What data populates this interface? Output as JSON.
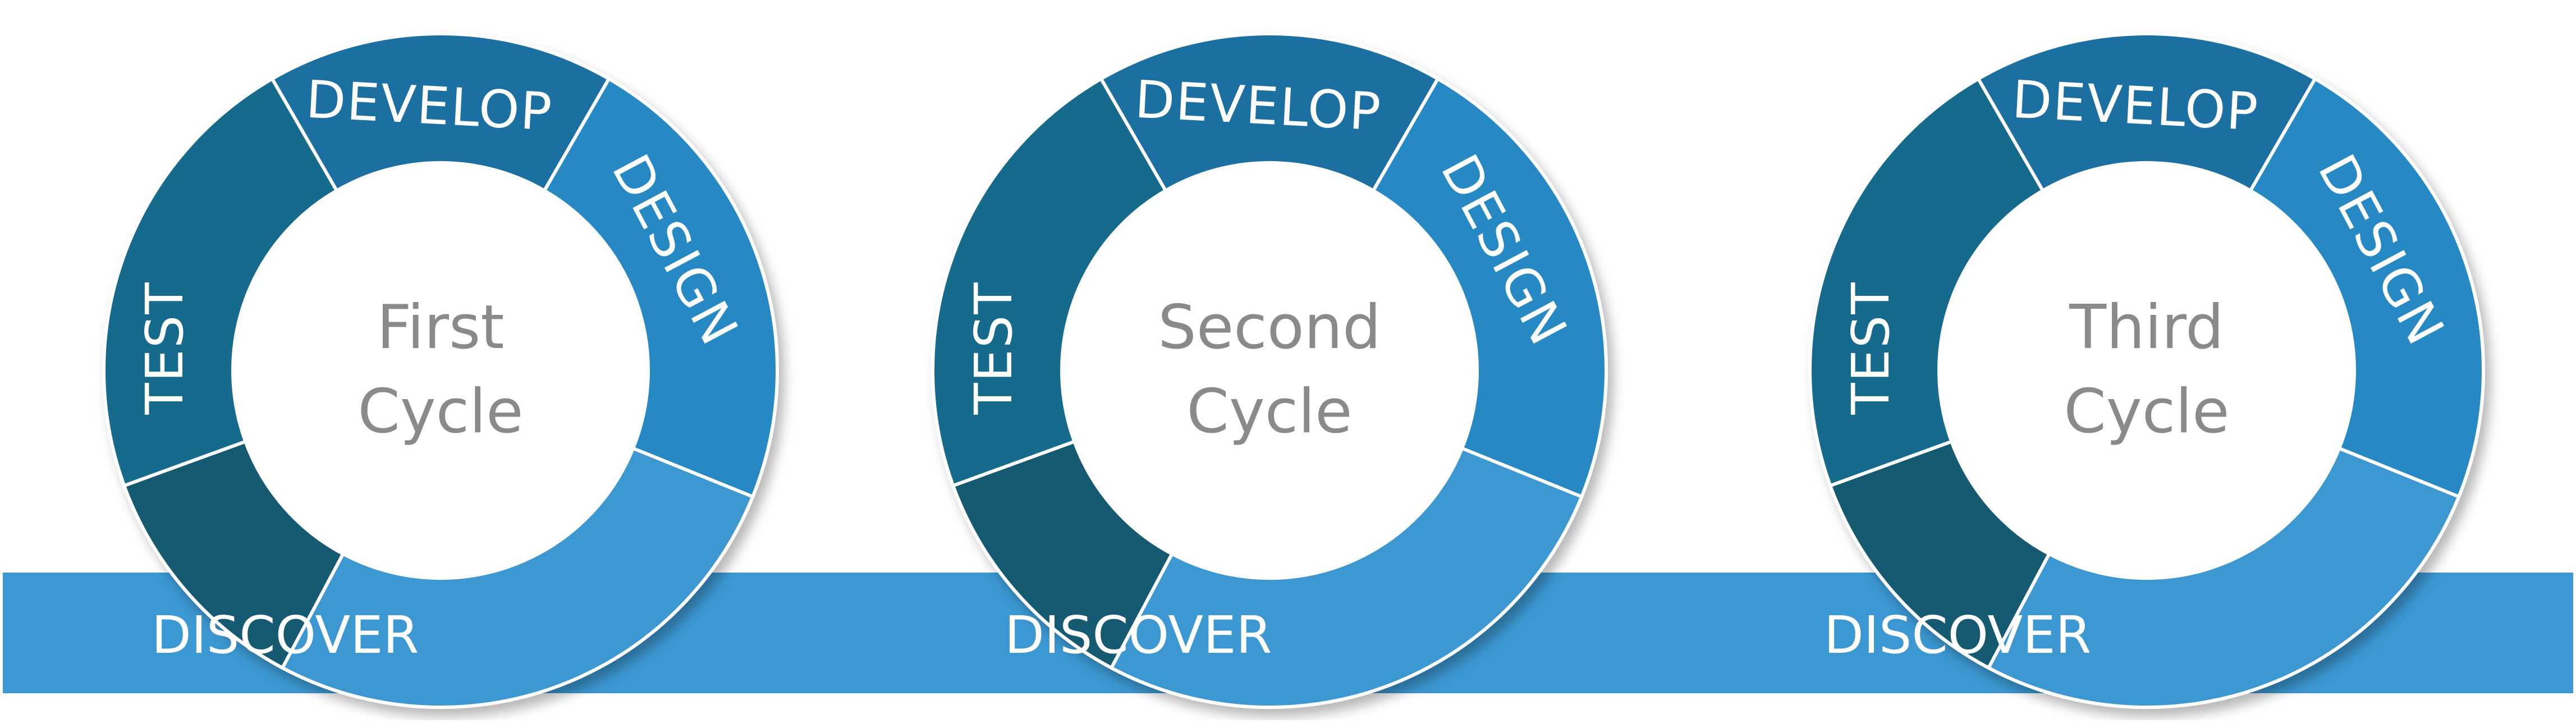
{
  "cycles": [
    {
      "center_line1": "First",
      "center_line2": "Cycle",
      "phases": {
        "develop": "DEVELOP",
        "design": "DESIGN",
        "test": "TEST"
      },
      "band_label": "DISCOVER"
    },
    {
      "center_line1": "Second",
      "center_line2": "Cycle",
      "phases": {
        "develop": "DEVELOP",
        "design": "DESIGN",
        "test": "TEST"
      },
      "band_label": "DISCOVER"
    },
    {
      "center_line1": "Third",
      "center_line2": "Cycle",
      "phases": {
        "develop": "DEVELOP",
        "design": "DESIGN",
        "test": "TEST"
      },
      "band_label": "DISCOVER"
    }
  ],
  "colors": {
    "develop": "#1d6fa1",
    "design": "#2589c3",
    "test": "#176a8b",
    "test_dark": "#155a72",
    "discover": "#3c98d2",
    "center": "#ffffff",
    "center_text": "#8a8a8a"
  }
}
